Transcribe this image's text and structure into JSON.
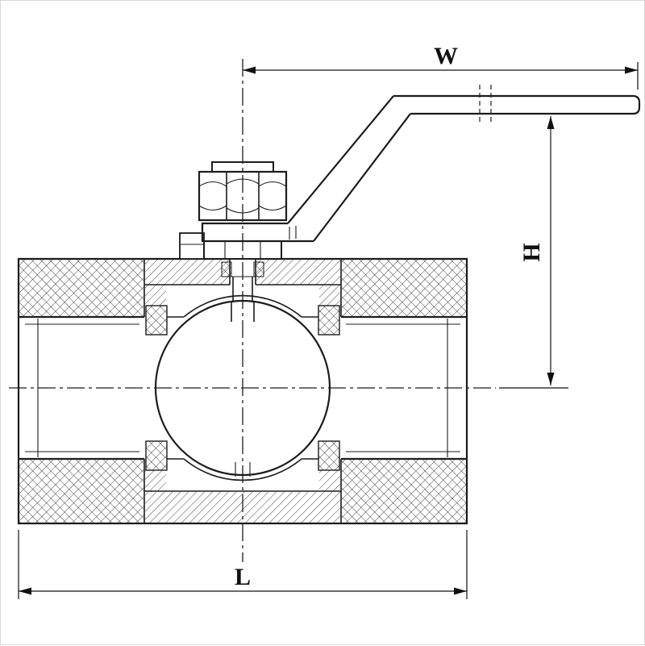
{
  "drawing": {
    "background_color": "#ffffff",
    "line_color": "#1c1c1c"
  },
  "dimensions": {
    "width_label": "W",
    "height_label": "H",
    "length_label": "L"
  }
}
